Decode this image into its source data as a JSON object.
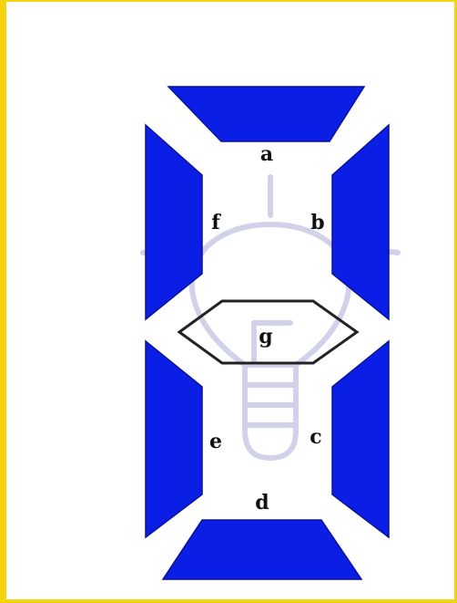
{
  "segments": [
    {
      "id": "a",
      "label": "a",
      "color": "#0a1ee6"
    },
    {
      "id": "b",
      "label": "b",
      "color": "#0a1ee6"
    },
    {
      "id": "c",
      "label": "c",
      "color": "#0a1ee6"
    },
    {
      "id": "d",
      "label": "d",
      "color": "#0a1ee6"
    },
    {
      "id": "e",
      "label": "e",
      "color": "#0a1ee6"
    },
    {
      "id": "f",
      "label": "f",
      "color": "#0a1ee6"
    },
    {
      "id": "g",
      "label": "g",
      "color": "#ffffff",
      "outline": "#222222"
    }
  ],
  "watermark": {
    "icon": "lightbulb-icon",
    "color": "#c9cbe6"
  },
  "frame_color": "#f5d40f"
}
